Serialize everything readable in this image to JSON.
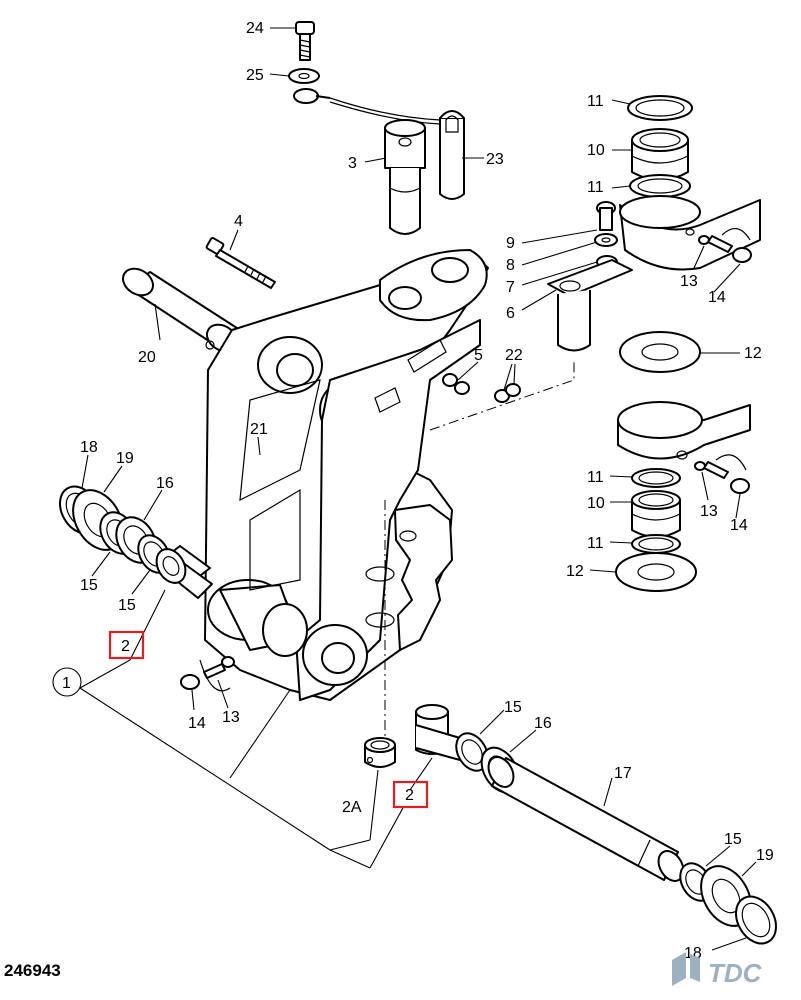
{
  "drawing_number": "246943",
  "brand": {
    "text": "TDC",
    "color": "#9db1c2"
  },
  "highlight_color": "#e02020",
  "callouts": {
    "c1": "1",
    "c2a": "2",
    "c2b": "2",
    "c2A": "2A",
    "c3": "3",
    "c4": "4",
    "c5": "5",
    "c6": "6",
    "c7": "7",
    "c8": "8",
    "c9": "9",
    "c10a": "10",
    "c10b": "10",
    "c11a": "11",
    "c11b": "11",
    "c11c": "11",
    "c11d": "11",
    "c12a": "12",
    "c12b": "12",
    "c13a": "13",
    "c13b": "13",
    "c13c": "13",
    "c14a": "14",
    "c14b": "14",
    "c14c": "14",
    "c15a": "15",
    "c15b": "15",
    "c15c": "15",
    "c15d": "15",
    "c16a": "16",
    "c16b": "16",
    "c17": "17",
    "c18a": "18",
    "c18b": "18",
    "c19a": "19",
    "c19b": "19",
    "c20": "20",
    "c21": "21",
    "c22": "22",
    "c23": "23",
    "c24": "24",
    "c25": "25"
  }
}
